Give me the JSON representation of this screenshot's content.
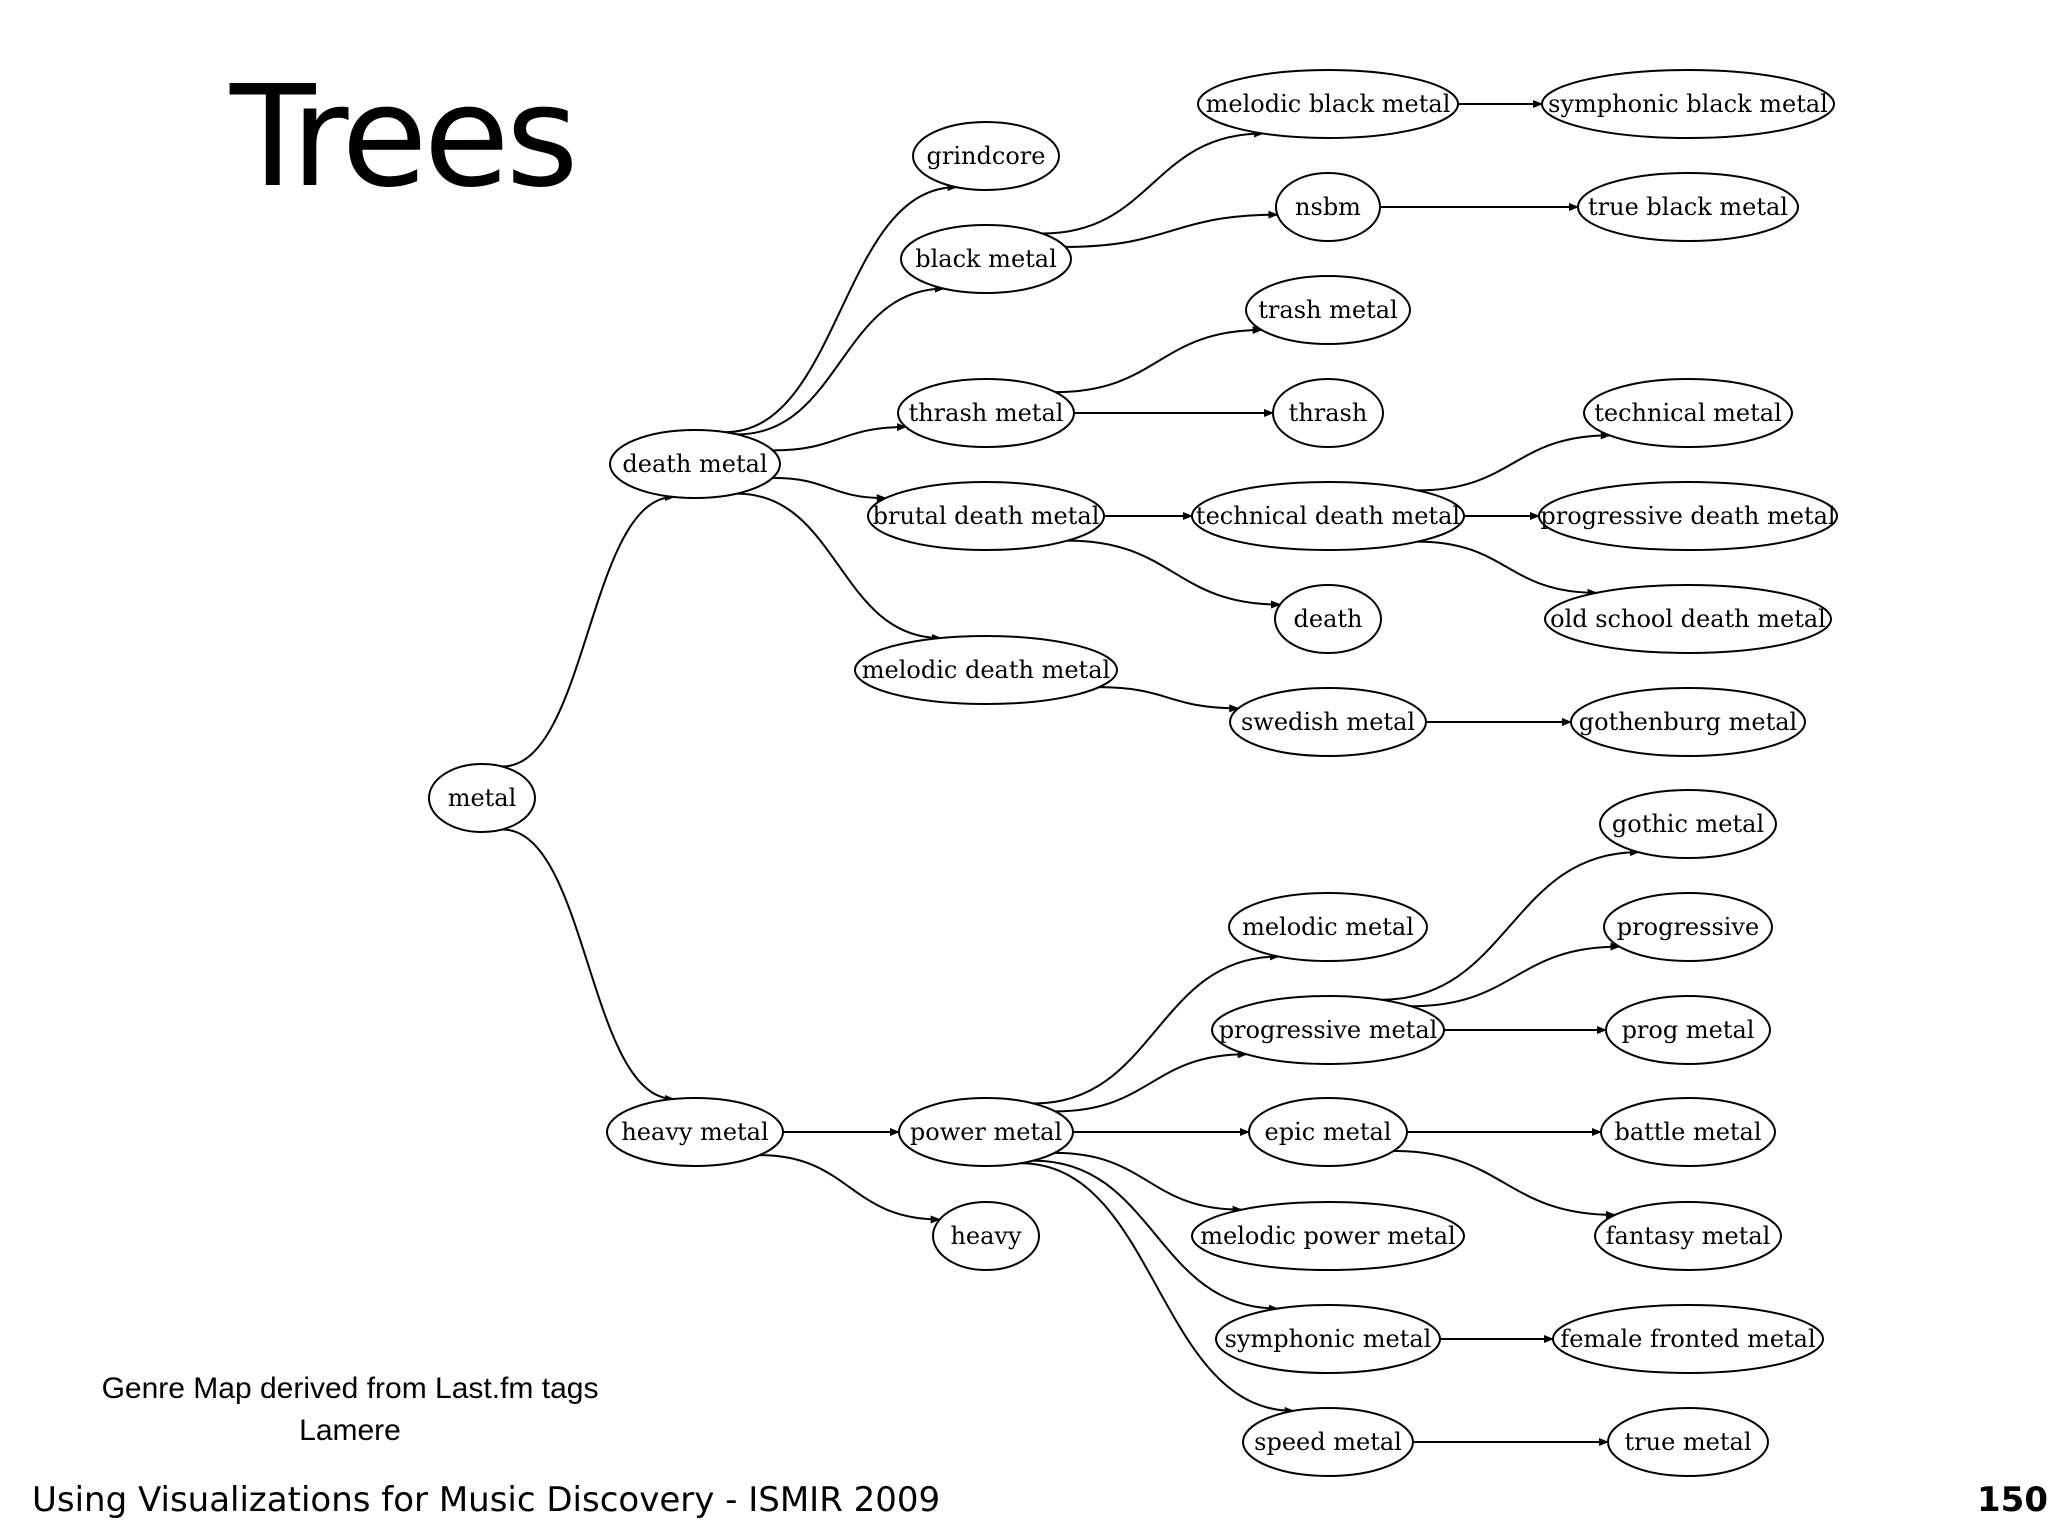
{
  "slide": {
    "title": "Trees",
    "caption_line1": "Genre Map derived from Last.fm tags",
    "caption_line2": "Lamere",
    "footer": "Using Visualizations for Music Discovery - ISMIR 2009",
    "page_number": "150"
  },
  "graph": {
    "nodes": [
      {
        "id": "metal",
        "label": "metal"
      },
      {
        "id": "death_metal",
        "label": "death metal"
      },
      {
        "id": "heavy_metal",
        "label": "heavy metal"
      },
      {
        "id": "grindcore",
        "label": "grindcore"
      },
      {
        "id": "black_metal",
        "label": "black metal"
      },
      {
        "id": "thrash_metal",
        "label": "thrash metal"
      },
      {
        "id": "brutal_death_metal",
        "label": "brutal death metal"
      },
      {
        "id": "melodic_death_metal",
        "label": "melodic death metal"
      },
      {
        "id": "power_metal",
        "label": "power metal"
      },
      {
        "id": "heavy",
        "label": "heavy"
      },
      {
        "id": "melodic_black_metal",
        "label": "melodic black metal"
      },
      {
        "id": "nsbm",
        "label": "nsbm"
      },
      {
        "id": "trash_metal",
        "label": "trash metal"
      },
      {
        "id": "thrash",
        "label": "thrash"
      },
      {
        "id": "technical_death_metal",
        "label": "technical death metal"
      },
      {
        "id": "death",
        "label": "death"
      },
      {
        "id": "swedish_metal",
        "label": "swedish metal"
      },
      {
        "id": "melodic_metal",
        "label": "melodic metal"
      },
      {
        "id": "progressive_metal",
        "label": "progressive metal"
      },
      {
        "id": "epic_metal",
        "label": "epic metal"
      },
      {
        "id": "melodic_power_metal",
        "label": "melodic power metal"
      },
      {
        "id": "symphonic_metal",
        "label": "symphonic metal"
      },
      {
        "id": "speed_metal",
        "label": "speed metal"
      },
      {
        "id": "symphonic_black_metal",
        "label": "symphonic black metal"
      },
      {
        "id": "true_black_metal",
        "label": "true black metal"
      },
      {
        "id": "technical_metal",
        "label": "technical metal"
      },
      {
        "id": "progressive_death_metal",
        "label": "progressive death metal"
      },
      {
        "id": "old_school_death_metal",
        "label": "old school death metal"
      },
      {
        "id": "gothenburg_metal",
        "label": "gothenburg metal"
      },
      {
        "id": "gothic_metal",
        "label": "gothic metal"
      },
      {
        "id": "progressive",
        "label": "progressive"
      },
      {
        "id": "prog_metal",
        "label": "prog metal"
      },
      {
        "id": "battle_metal",
        "label": "battle metal"
      },
      {
        "id": "fantasy_metal",
        "label": "fantasy metal"
      },
      {
        "id": "female_fronted_metal",
        "label": "female fronted metal"
      },
      {
        "id": "true_metal",
        "label": "true metal"
      }
    ],
    "edges": [
      [
        "metal",
        "death_metal"
      ],
      [
        "metal",
        "heavy_metal"
      ],
      [
        "death_metal",
        "grindcore"
      ],
      [
        "death_metal",
        "black_metal"
      ],
      [
        "death_metal",
        "thrash_metal"
      ],
      [
        "death_metal",
        "brutal_death_metal"
      ],
      [
        "death_metal",
        "melodic_death_metal"
      ],
      [
        "heavy_metal",
        "power_metal"
      ],
      [
        "heavy_metal",
        "heavy"
      ],
      [
        "black_metal",
        "melodic_black_metal"
      ],
      [
        "black_metal",
        "nsbm"
      ],
      [
        "thrash_metal",
        "trash_metal"
      ],
      [
        "thrash_metal",
        "thrash"
      ],
      [
        "brutal_death_metal",
        "technical_death_metal"
      ],
      [
        "brutal_death_metal",
        "death"
      ],
      [
        "melodic_death_metal",
        "swedish_metal"
      ],
      [
        "power_metal",
        "melodic_metal"
      ],
      [
        "power_metal",
        "progressive_metal"
      ],
      [
        "power_metal",
        "epic_metal"
      ],
      [
        "power_metal",
        "melodic_power_metal"
      ],
      [
        "power_metal",
        "symphonic_metal"
      ],
      [
        "power_metal",
        "speed_metal"
      ],
      [
        "melodic_black_metal",
        "symphonic_black_metal"
      ],
      [
        "nsbm",
        "true_black_metal"
      ],
      [
        "technical_death_metal",
        "technical_metal"
      ],
      [
        "technical_death_metal",
        "progressive_death_metal"
      ],
      [
        "technical_death_metal",
        "old_school_death_metal"
      ],
      [
        "swedish_metal",
        "gothenburg_metal"
      ],
      [
        "progressive_metal",
        "gothic_metal"
      ],
      [
        "progressive_metal",
        "progressive"
      ],
      [
        "progressive_metal",
        "prog_metal"
      ],
      [
        "epic_metal",
        "battle_metal"
      ],
      [
        "epic_metal",
        "fantasy_metal"
      ],
      [
        "symphonic_metal",
        "female_fronted_metal"
      ],
      [
        "speed_metal",
        "true_metal"
      ]
    ]
  }
}
